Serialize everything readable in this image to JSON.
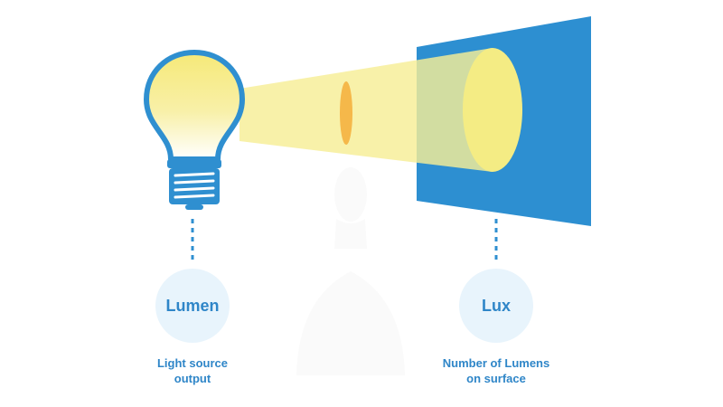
{
  "lumen": {
    "title": "Lumen",
    "caption_line1": "Light source",
    "caption_line2": "output"
  },
  "lux": {
    "title": "Lux",
    "caption_line1": "Number of Lumens",
    "caption_line2": "on surface"
  },
  "colors": {
    "primary_blue": "#2f8fd0",
    "surface_blue": "#2d8fd1",
    "bulb_yellow": "#f7eb86",
    "beam_yellow": "#f6ee96",
    "lens_orange": "#f5b84a",
    "circle_fill": "#e8f4fc",
    "text_blue": "#2f86c8"
  }
}
